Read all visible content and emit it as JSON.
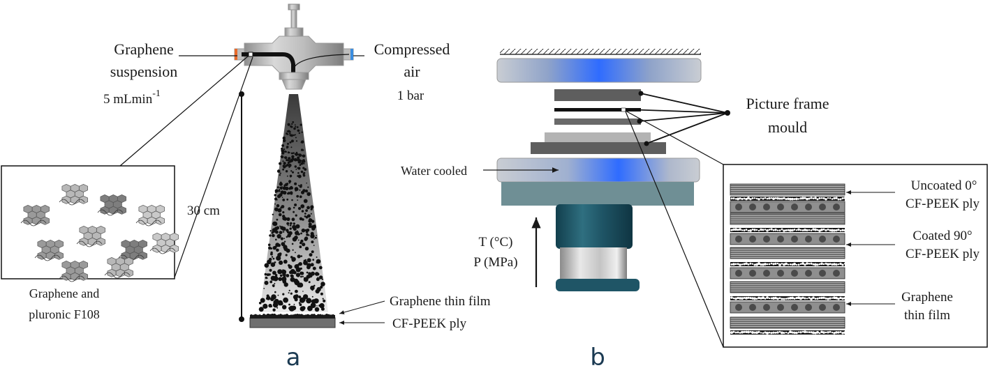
{
  "panel_a": {
    "letter": "a",
    "suspension_label_line1": "Graphene",
    "suspension_label_line2": "suspension",
    "flow_rate_base": "5 mLmin",
    "flow_rate_exp": "-1",
    "air_label_line1": "Compressed",
    "air_label_line2": "air",
    "air_pressure": "1 bar",
    "distance": "30 cm",
    "inset_caption_line1": "Graphene and",
    "inset_caption_line2": "pluronic F108",
    "film_label": "Graphene thin film",
    "ply_label": "CF-PEEK ply"
  },
  "panel_b": {
    "letter": "b",
    "mould_label_line1": "Picture frame",
    "mould_label_line2": "mould",
    "water_label": "Water cooled",
    "temp_label": "T (°C)",
    "pressure_label": "P (MPa)",
    "stack_labels": [
      {
        "line1": "Uncoated 0°",
        "line2": "CF-PEEK ply"
      },
      {
        "line1": "Coated 90°",
        "line2": "CF-PEEK ply"
      },
      {
        "line1": "Graphene",
        "line2": "thin film"
      }
    ]
  },
  "colors": {
    "text": "#1a1a1a",
    "panel_letter": "#1b3a52",
    "platen_blue": "#2f6cff",
    "press_teal": "#1f5566",
    "nozzle_orange": "#e86a2a",
    "nozzle_blue": "#3a8de0"
  }
}
